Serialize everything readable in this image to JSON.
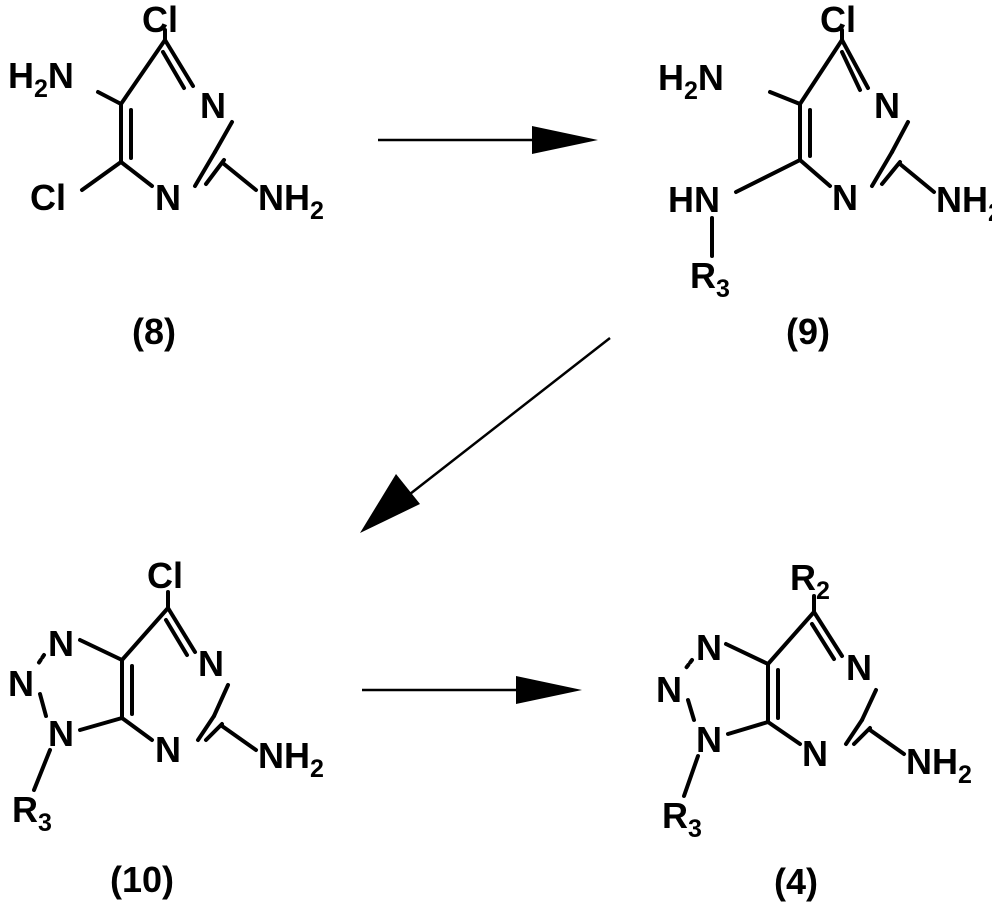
{
  "atoms": {
    "cl": "Cl",
    "n": "N",
    "h2n_h": "H",
    "h2n_n": "N",
    "nh2_nh": "NH",
    "hn": "HN",
    "r": "R",
    "sub2": "2",
    "sub3": "3"
  },
  "compounds": {
    "c8": {
      "label": "(8)"
    },
    "c9": {
      "label": "(9)"
    },
    "c10": {
      "label": "(10)"
    },
    "c4": {
      "label": "(4)"
    }
  }
}
